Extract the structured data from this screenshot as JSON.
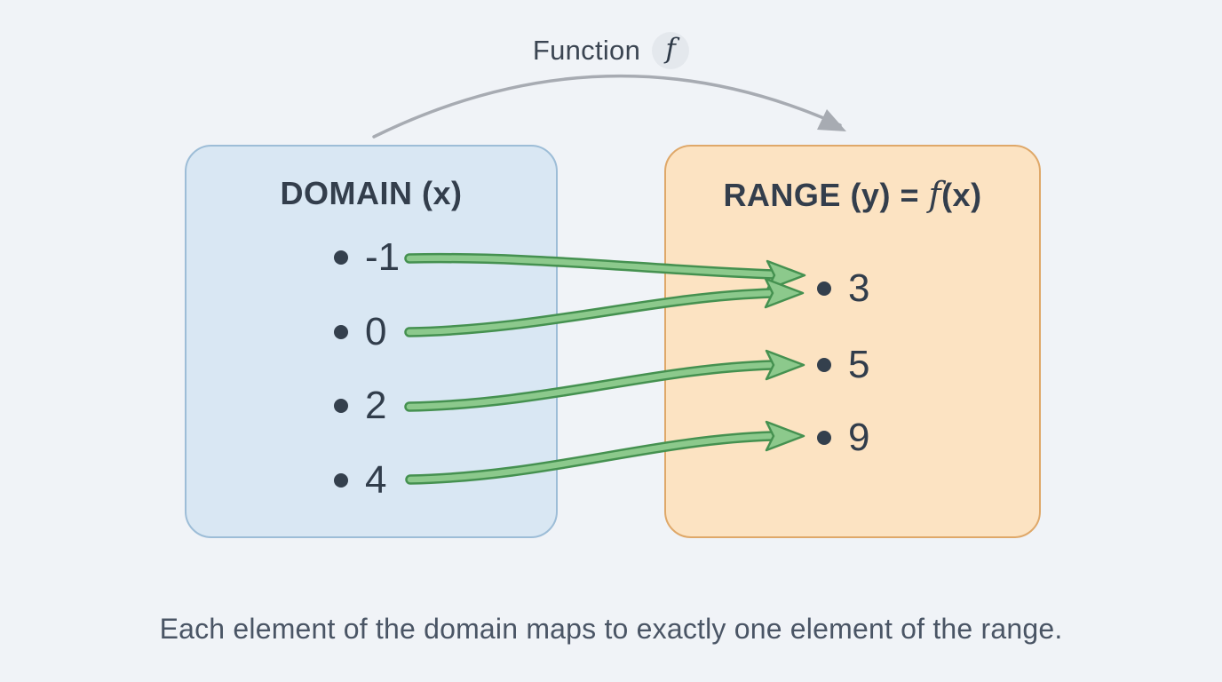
{
  "title": {
    "label": "Function",
    "symbol": "f"
  },
  "domain_box": {
    "header": "DOMAIN (x)",
    "items": [
      "-1",
      "0",
      "2",
      "4"
    ]
  },
  "range_box": {
    "header_prefix": "RANGE (y) = ",
    "header_symbol": "f",
    "header_suffix": "(x)",
    "items": [
      "3",
      "5",
      "9"
    ]
  },
  "mappings": [
    {
      "from": "-1",
      "to": "3"
    },
    {
      "from": "0",
      "to": "3"
    },
    {
      "from": "2",
      "to": "5"
    },
    {
      "from": "4",
      "to": "9"
    }
  ],
  "caption": "Each element of the domain maps to exactly one element of the range.",
  "colors": {
    "background": "#f0f3f7",
    "domain_fill": "#d9e7f3",
    "domain_border": "#9dbdd7",
    "range_fill": "#fce3c2",
    "range_border": "#dfa869",
    "mapping_arrow_fill": "#8cc98c",
    "mapping_arrow_outline": "#459150",
    "function_arrow_gray": "#a7abb2",
    "text_dark": "#333e4c"
  }
}
